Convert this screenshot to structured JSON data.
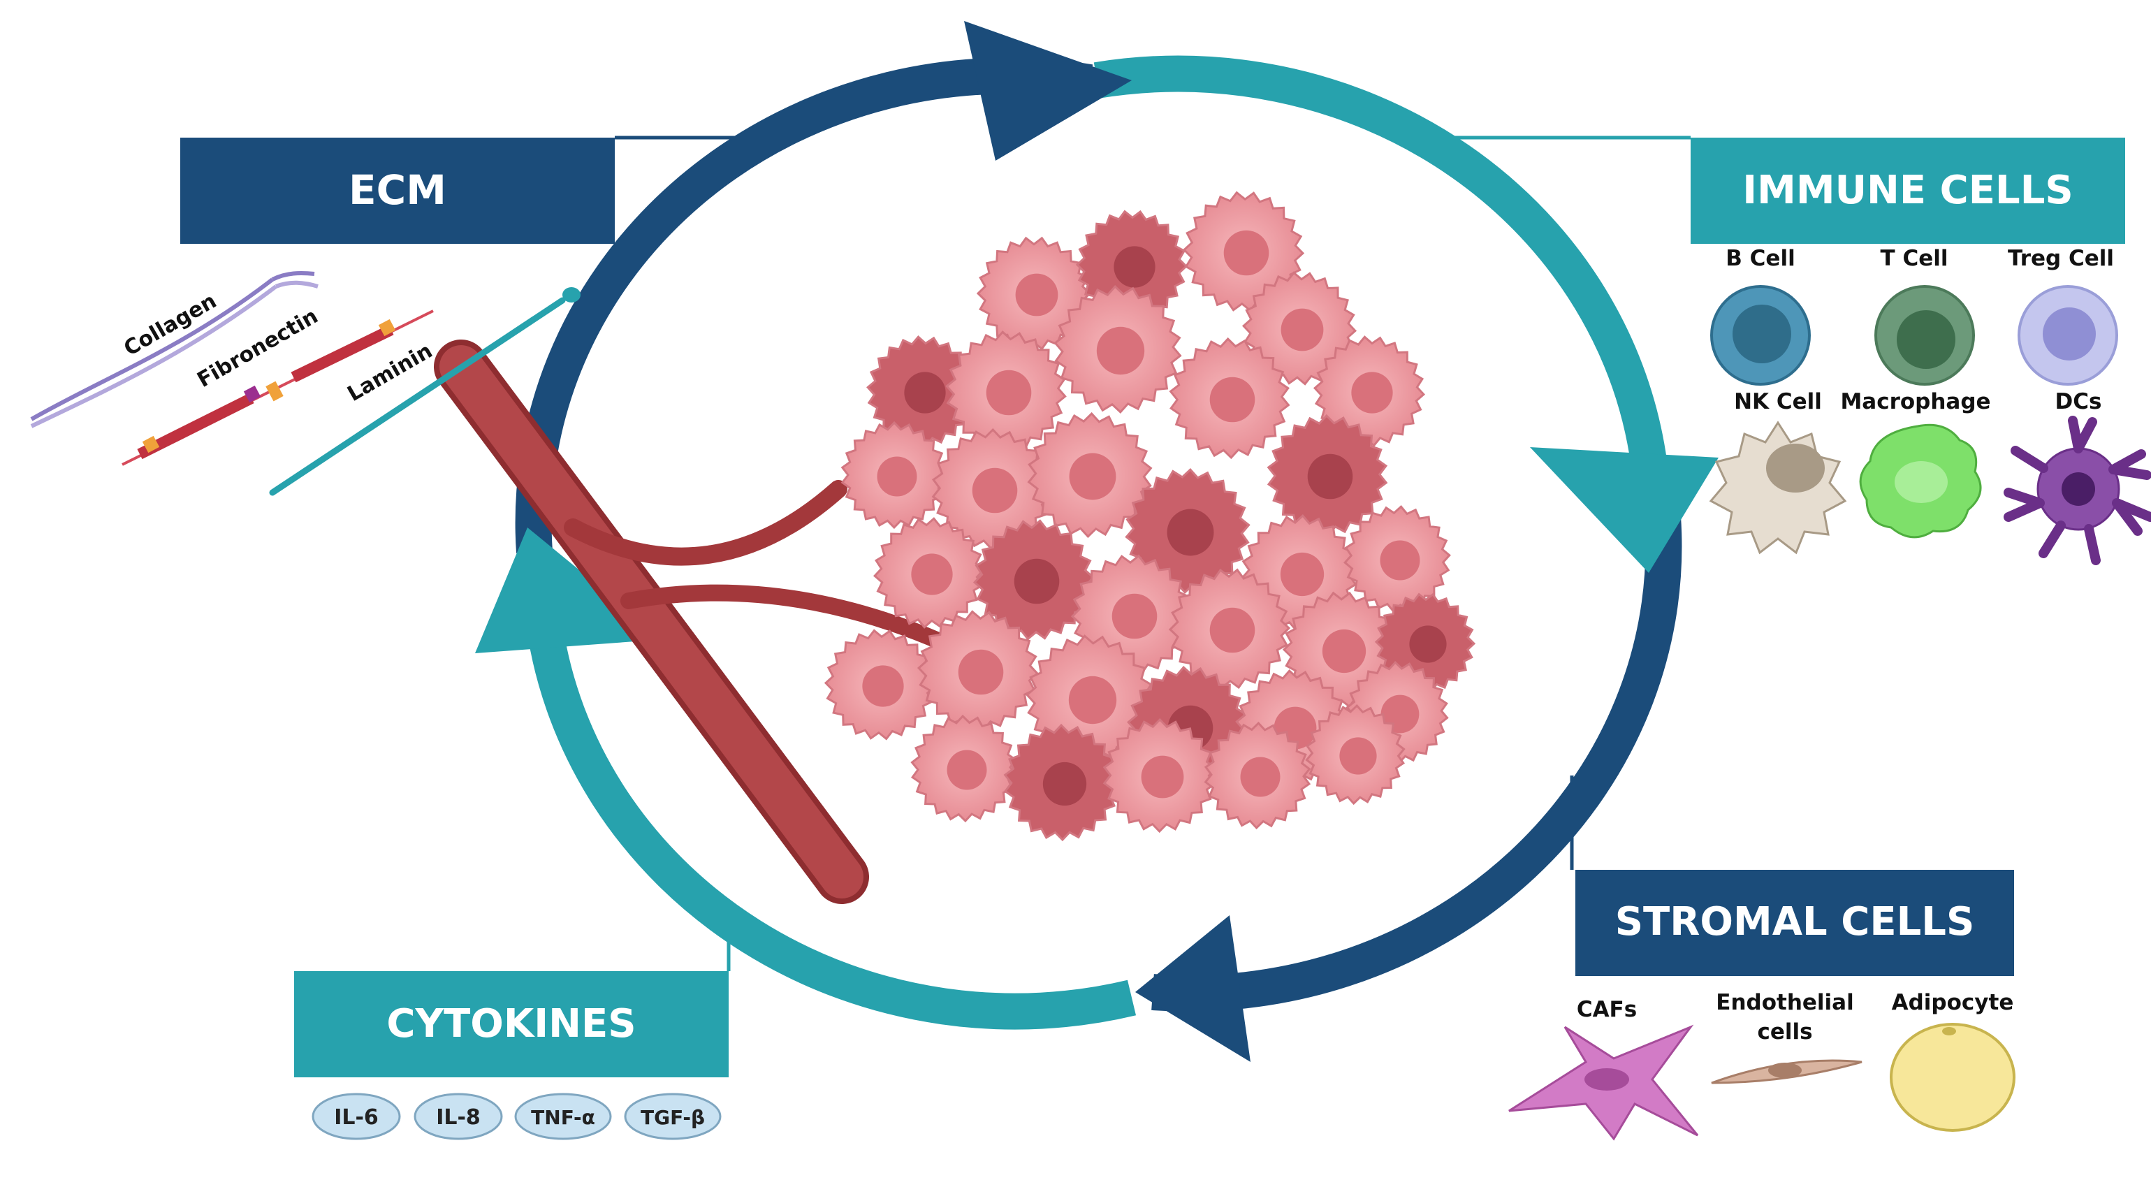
{
  "colors": {
    "navy": "#1b4c7a",
    "teal": "#27a2ad",
    "vessel": "#a83c3c",
    "tumor_light": "#f1a3a8",
    "tumor_dark": "#c9606a"
  },
  "ecm": {
    "title": "ECM",
    "items": [
      "Collagen",
      "Fibronectin",
      "Laminin"
    ]
  },
  "immune": {
    "title": "IMMUNE CELLS",
    "cells": [
      "B Cell",
      "T Cell",
      "Treg Cell",
      "NK Cell",
      "Macrophage",
      "DCs"
    ]
  },
  "stromal": {
    "title": "STROMAL CELLS",
    "cells": [
      "CAFs",
      "Endothelial",
      "cells",
      "Adipocyte"
    ]
  },
  "cytokines": {
    "title": "CYTOKINES",
    "items": [
      "IL-6",
      "IL-8",
      "TNF-α",
      "TGF-β"
    ]
  }
}
